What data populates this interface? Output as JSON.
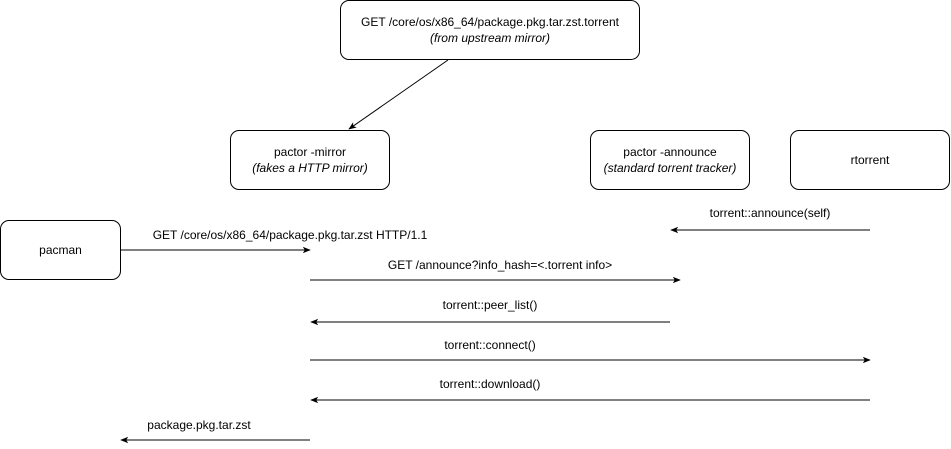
{
  "nodes": {
    "torrent_request": {
      "title": "GET /core/os/x86_64/package.pkg.tar.zst.torrent",
      "subtitle": "(from upstream mirror)"
    },
    "pactor_mirror": {
      "title": "pactor -mirror",
      "subtitle": "(fakes a HTTP mirror)"
    },
    "pactor_announce": {
      "title": "pactor -announce",
      "subtitle": "(standard torrent tracker)"
    },
    "rtorrent": {
      "title": "rtorrent"
    },
    "pacman": {
      "title": "pacman"
    }
  },
  "edges": {
    "announce_self": "torrent::announce(self)",
    "pacman_get": "GET /core/os/x86_64/package.pkg.tar.zst HTTP/1.1",
    "announce_query": "GET /announce?info_hash=<.torrent info>",
    "peer_list": "torrent::peer_list()",
    "connect": "torrent::connect()",
    "download": "torrent::download()",
    "package_return": "package.pkg.tar.zst"
  }
}
